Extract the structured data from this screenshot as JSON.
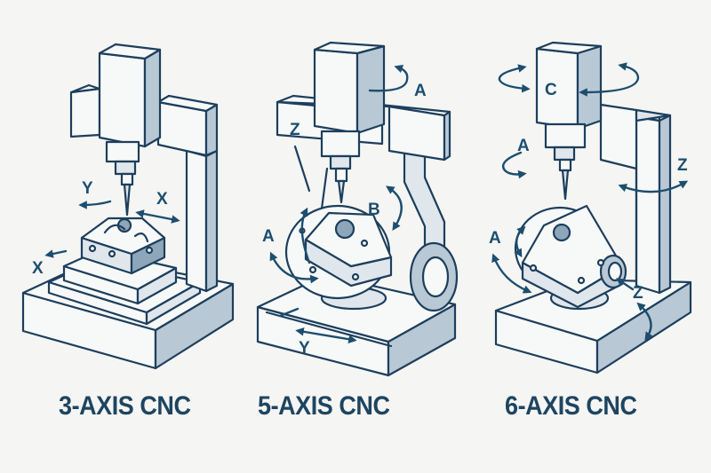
{
  "panels": [
    {
      "title": "3-AXIS CNC",
      "axis_labels": {
        "y": "Y",
        "x_top": "X",
        "x_left": "X"
      }
    },
    {
      "title": "5-AXIS CNC",
      "axis_labels": {
        "a_top": "A",
        "z": "Z",
        "b": "B",
        "a_left": "A",
        "y": "Y"
      }
    },
    {
      "title": "6-AXIS CNC",
      "axis_labels": {
        "c": "C",
        "a_top": "A",
        "z_right": "Z",
        "a_left": "A",
        "z_bottom": "Z"
      }
    }
  ],
  "colors": {
    "line": "#1d3f5c",
    "accent": "#1d4e6e",
    "caption": "#1e4560",
    "background": "#f5f5f4"
  }
}
